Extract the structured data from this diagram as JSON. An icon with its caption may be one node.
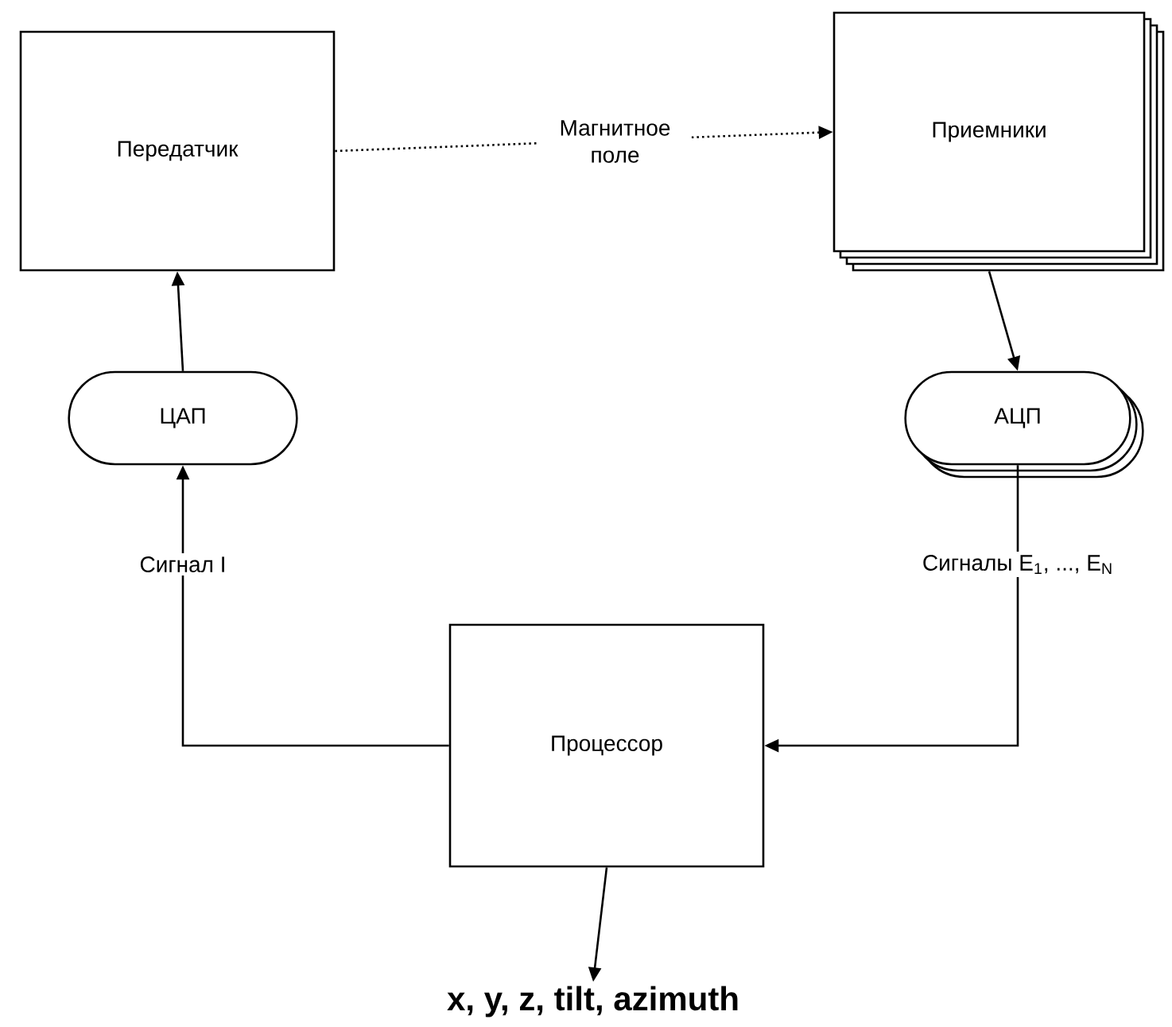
{
  "diagram": {
    "nodes": [
      {
        "text": [
          "Передатчик"
        ]
      },
      {
        "text": [
          "Приемники"
        ]
      },
      {
        "text": [
          "ЦАП"
        ]
      },
      {
        "text": [
          "АЦП"
        ]
      },
      {
        "text": [
          "Процессор"
        ]
      },
      {
        "text": [
          "x, y, z, tilt, azimuth"
        ]
      }
    ],
    "edges": [
      {
        "from": 0,
        "to": 1,
        "arrow": "to",
        "style": "dashed",
        "label": "Магнитное поле"
      },
      {
        "from": 2,
        "to": 0,
        "arrow": "to"
      },
      {
        "from": 1,
        "to": 3,
        "arrow": "to"
      },
      {
        "from": 3,
        "to": 4,
        "arrow": "to",
        "label": "Сигналы E$_{1}$, ..., E$_{N}$"
      },
      {
        "from": 4,
        "to": 2,
        "arrow": "to",
        "label": "Сигнал I"
      },
      {
        "from": 4,
        "to": 5,
        "arrow": "to"
      }
    ]
  }
}
